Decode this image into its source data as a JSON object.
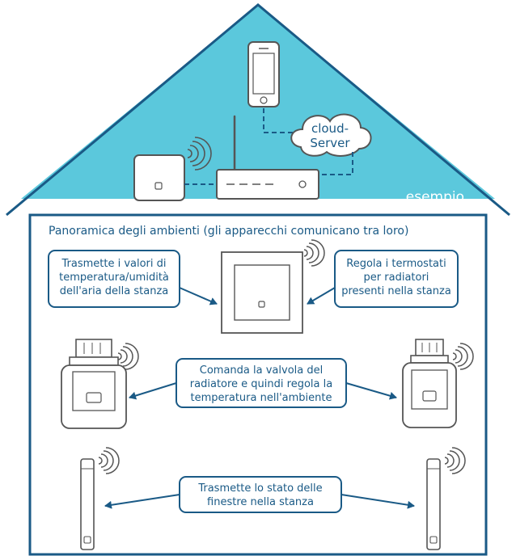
{
  "roof": {
    "cloud_line1": "cloud-",
    "cloud_line2": "Server",
    "example_label": "esempio"
  },
  "rooms": {
    "title": "Panoramica degli ambienti (gli apparecchi comunicano tra loro)",
    "callout_sensor": [
      "Trasmette i valori di",
      "temperatura/umidità",
      "dell'aria della stanza"
    ],
    "callout_thermostat": [
      "Regola i termostati",
      "per radiatori",
      "presenti nella stanza"
    ],
    "callout_valve": [
      "Comanda la valvola del",
      "radiatore e quindi regola la",
      "temperatura nell'ambiente"
    ],
    "callout_window": [
      "Trasmette lo stato delle",
      "finestre nella stanza"
    ]
  },
  "colors": {
    "roof_fill": "#5bc8dc",
    "line": "#1a5a86",
    "text": "#1a5a86",
    "device_fill": "#ffffff",
    "device_stroke": "#555555"
  }
}
